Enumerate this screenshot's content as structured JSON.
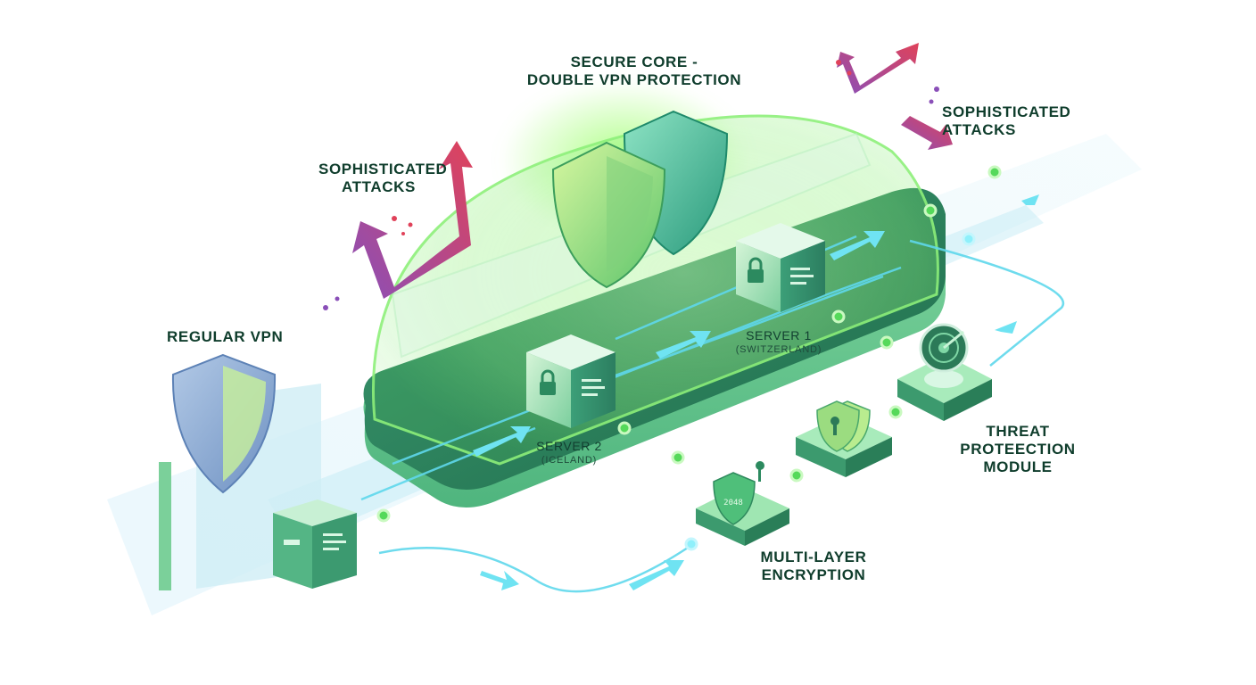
{
  "labels": {
    "secure_core": [
      "SECURE CORE -",
      "DOUBLE VPN PROTECTION"
    ],
    "attacks_left": [
      "SOPHISTICATED",
      "ATTACKS"
    ],
    "attacks_right": [
      "SOPHISTICATED",
      "ATTACKS"
    ],
    "regular_vpn": "REGULAR VPN",
    "server1": {
      "name": "SERVER 1",
      "location": "(SWITZERLAND)"
    },
    "server2": {
      "name": "SERVER 2",
      "location": "(ICELAND)"
    },
    "threat_module": [
      "THREAT",
      "PROTEECTION",
      "MODULE"
    ],
    "encryption": [
      "MULTI-LAYER",
      "ENCRYPTION"
    ],
    "encryption_badge": "2048"
  },
  "icons": [
    "shield-icon",
    "lock-icon",
    "key-icon",
    "radar-icon",
    "server-icon",
    "attack-arrow-icon",
    "data-flow-arrow-icon"
  ],
  "colors": {
    "brand_green": "#1f8a5b",
    "platform_dark": "#2c7a58",
    "glow_green": "#7cf26a",
    "flow_cyan": "#5fd8ec",
    "attack_red": "#e0425a",
    "attack_purple": "#8a4fb8",
    "label_text": "#0f3d2c"
  }
}
